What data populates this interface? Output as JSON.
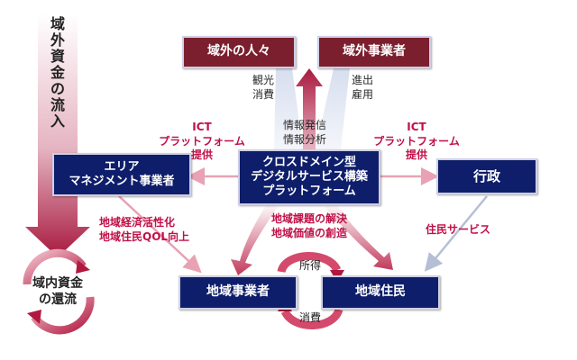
{
  "boxes": {
    "outer_people": "域外の人々",
    "outer_business": "域外事業者",
    "area_management": "エリア\nマネジメント事業者",
    "platform": "クロスドメイン型\nデジタルサービス構築\nプラットフォーム",
    "government": "行政",
    "local_business": "地域事業者",
    "local_residents": "地域住民"
  },
  "labels": {
    "tourism_consumption": "観光\n消費",
    "advance_employment": "進出\n雇用",
    "info_send_analyze": "情報発信\n情報分析",
    "ict_platform_left": "ICT\nプラットフォーム\n提供",
    "ict_platform_right": "ICT\nプラットフォーム\n提供",
    "regional_activation": "地域経済活性化\n地域住民QOL向上",
    "regional_issues": "地域課題の解決\n地域価値の創造",
    "resident_services": "住民サービス",
    "income": "所得",
    "consumption": "消費"
  },
  "side": {
    "inflow_chars": [
      "域",
      "外",
      "資",
      "金",
      "の",
      "流",
      "入"
    ],
    "circulation": "域内資金\nの還流"
  },
  "colors": {
    "maroon": "#7b1f2e",
    "navy": "#0f1e6a",
    "accent_red": "#c01048",
    "arrow_pink": "#e8a2b4",
    "arrow_gray": "#c8d2e4"
  }
}
